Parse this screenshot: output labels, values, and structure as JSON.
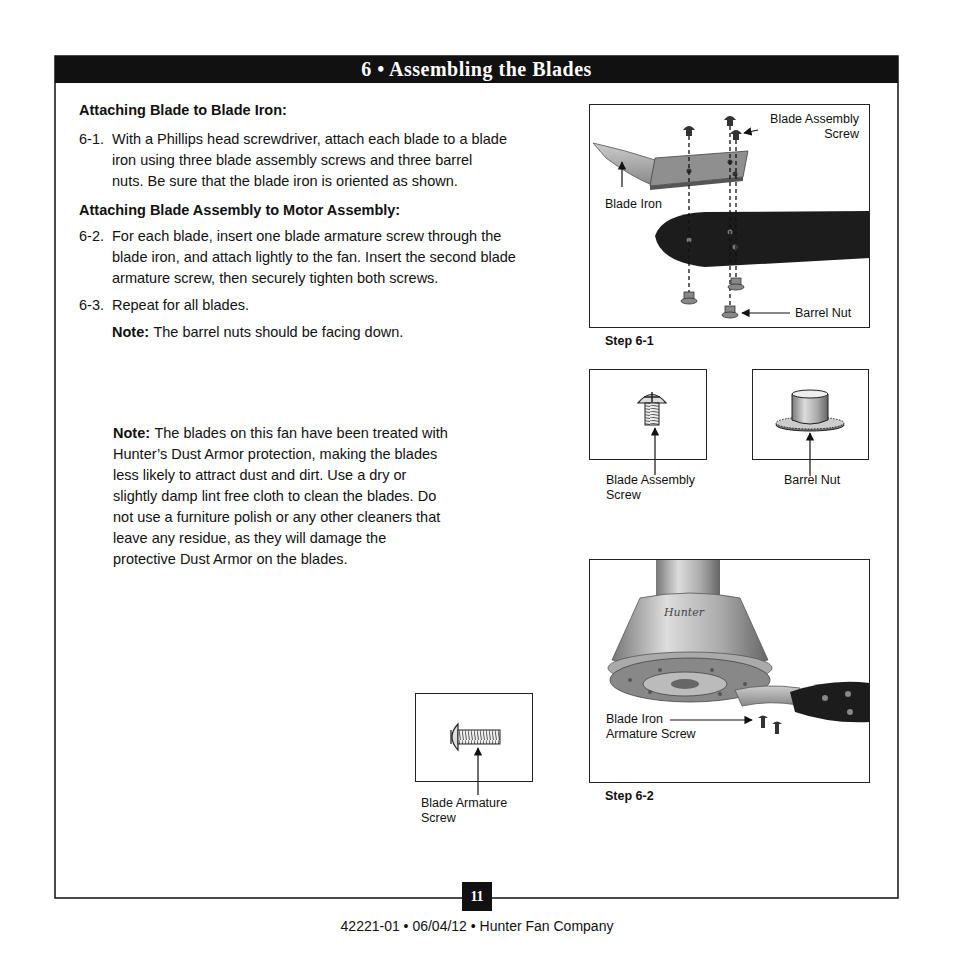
{
  "diagram": {
    "title": "6 • Assembling the Blades",
    "nodes": [
      {
        "text": [
          "Blade Assembly Screw",
          "Blade Iron",
          "Barrel Nut",
          "Step 6-1"
        ]
      },
      {
        "text": [
          "Blade Assembly Screw"
        ]
      },
      {
        "text": [
          "Barrel Nut"
        ]
      },
      {
        "text": [
          "Blade Iron Armature Screw",
          "Step 6-2"
        ]
      },
      {
        "text": [
          "Blade Armature Screw"
        ]
      },
      {
        "text": [
          "11"
        ]
      }
    ],
    "labels": [
      "Attaching Blade to Blade Iron:",
      "6-1.",
      "With a Phillips head screwdriver, attach each blade to a blade iron using three blade assembly screws and three barrel nuts. Be sure that the blade iron is oriented as shown.",
      "Attaching Blade Assembly to Motor Assembly:",
      "6-2.",
      "For each blade, insert one blade armature screw through the blade iron, and attach lightly to the fan. Insert the second blade armature screw, then securely tighten both screws.",
      "6-3.",
      "Repeat for all blades.",
      "Note:",
      "The barrel nuts should be facing down.",
      "Note:",
      "The blades on this fan have been treated with Hunter’s Dust Armor protection, making the blades less likely to attract dust and dirt. Use a dry or slightly damp lint free cloth to clean the blades. Do not use a furniture polish or any other cleaners that leave any residue, as they will damage the protective Dust Armor on the blades.",
      "Hunter",
      "42221-01 • 06/04/12 • Hunter Fan Company"
    ]
  }
}
